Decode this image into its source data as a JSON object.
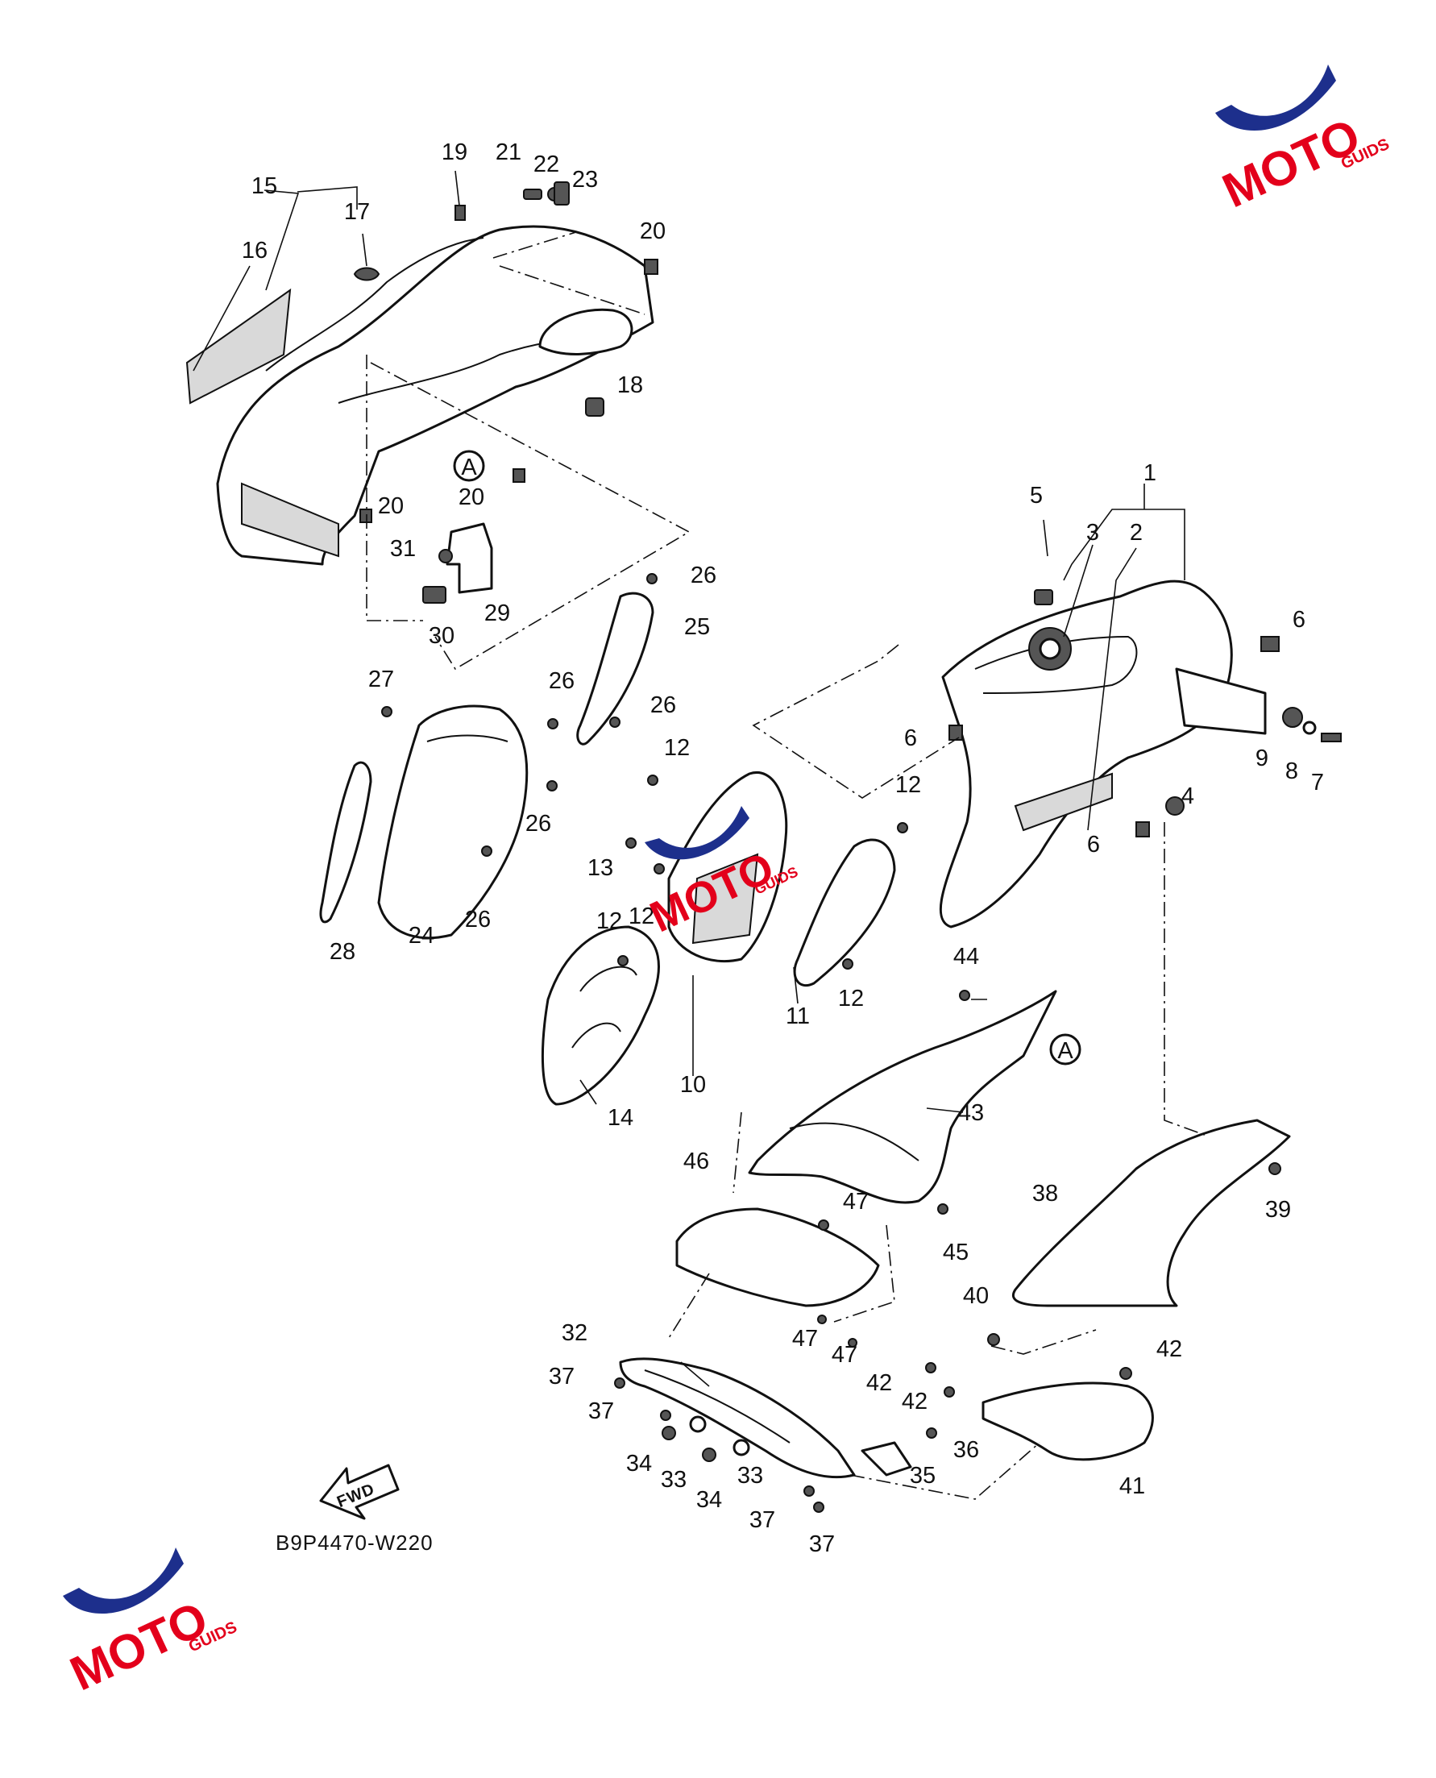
{
  "diagram_code": "B9P4470-W220",
  "fwd_label": "FWD",
  "ref_A": "A",
  "watermark": {
    "brand_big": "MOTO",
    "brand_small": "GUIDS",
    "accent_red": "#e3001b",
    "accent_blue": "#1d2f8c"
  },
  "callouts": [
    {
      "id": "c1",
      "text": "1"
    },
    {
      "id": "c2",
      "text": "2"
    },
    {
      "id": "c3",
      "text": "3"
    },
    {
      "id": "c4",
      "text": "4"
    },
    {
      "id": "c5",
      "text": "5"
    },
    {
      "id": "c6a",
      "text": "6"
    },
    {
      "id": "c6b",
      "text": "6"
    },
    {
      "id": "c6c",
      "text": "6"
    },
    {
      "id": "c7",
      "text": "7"
    },
    {
      "id": "c8",
      "text": "8"
    },
    {
      "id": "c9",
      "text": "9"
    },
    {
      "id": "c10",
      "text": "10"
    },
    {
      "id": "c11",
      "text": "11"
    },
    {
      "id": "c12a",
      "text": "12"
    },
    {
      "id": "c12b",
      "text": "12"
    },
    {
      "id": "c12c",
      "text": "12"
    },
    {
      "id": "c12d",
      "text": "12"
    },
    {
      "id": "c12e",
      "text": "12"
    },
    {
      "id": "c13",
      "text": "13"
    },
    {
      "id": "c14",
      "text": "14"
    },
    {
      "id": "c15",
      "text": "15"
    },
    {
      "id": "c16",
      "text": "16"
    },
    {
      "id": "c17",
      "text": "17"
    },
    {
      "id": "c18",
      "text": "18"
    },
    {
      "id": "c19",
      "text": "19"
    },
    {
      "id": "c20a",
      "text": "20"
    },
    {
      "id": "c20b",
      "text": "20"
    },
    {
      "id": "c20c",
      "text": "20"
    },
    {
      "id": "c21",
      "text": "21"
    },
    {
      "id": "c22",
      "text": "22"
    },
    {
      "id": "c23",
      "text": "23"
    },
    {
      "id": "c24",
      "text": "24"
    },
    {
      "id": "c25",
      "text": "25"
    },
    {
      "id": "c26a",
      "text": "26"
    },
    {
      "id": "c26b",
      "text": "26"
    },
    {
      "id": "c26c",
      "text": "26"
    },
    {
      "id": "c26d",
      "text": "26"
    },
    {
      "id": "c26e",
      "text": "26"
    },
    {
      "id": "c27",
      "text": "27"
    },
    {
      "id": "c28",
      "text": "28"
    },
    {
      "id": "c29",
      "text": "29"
    },
    {
      "id": "c30",
      "text": "30"
    },
    {
      "id": "c31",
      "text": "31"
    },
    {
      "id": "c32",
      "text": "32"
    },
    {
      "id": "c33a",
      "text": "33"
    },
    {
      "id": "c33b",
      "text": "33"
    },
    {
      "id": "c34a",
      "text": "34"
    },
    {
      "id": "c34b",
      "text": "34"
    },
    {
      "id": "c35",
      "text": "35"
    },
    {
      "id": "c36",
      "text": "36"
    },
    {
      "id": "c37a",
      "text": "37"
    },
    {
      "id": "c37b",
      "text": "37"
    },
    {
      "id": "c37c",
      "text": "37"
    },
    {
      "id": "c37d",
      "text": "37"
    },
    {
      "id": "c38",
      "text": "38"
    },
    {
      "id": "c39",
      "text": "39"
    },
    {
      "id": "c40",
      "text": "40"
    },
    {
      "id": "c41",
      "text": "41"
    },
    {
      "id": "c42a",
      "text": "42"
    },
    {
      "id": "c42b",
      "text": "42"
    },
    {
      "id": "c42c",
      "text": "42"
    },
    {
      "id": "c43",
      "text": "43"
    },
    {
      "id": "c44",
      "text": "44"
    },
    {
      "id": "c45",
      "text": "45"
    },
    {
      "id": "c46",
      "text": "46"
    },
    {
      "id": "c47a",
      "text": "47"
    },
    {
      "id": "c47b",
      "text": "47"
    },
    {
      "id": "c47c",
      "text": "47"
    }
  ]
}
